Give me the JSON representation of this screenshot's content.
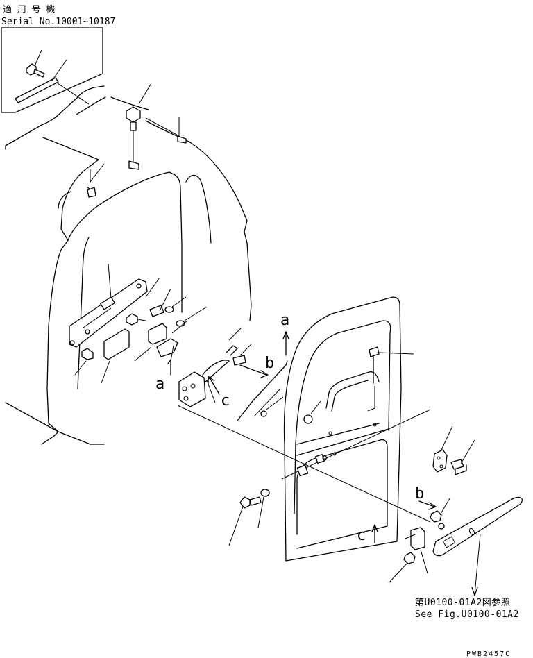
{
  "applicability": {
    "title_jp": "適 用 号 機",
    "serial_range": "Serial No.10001~10187"
  },
  "view_markers": {
    "a_top": "a",
    "b_mid": "b",
    "c_left": "c",
    "a_left": "a",
    "b_right": "b",
    "c_bottom": "c"
  },
  "reference": {
    "line_jp": "第U0100-01A2図参照",
    "line_en": "See Fig.U0100-01A2"
  },
  "drawing_code": "PWB2457C"
}
